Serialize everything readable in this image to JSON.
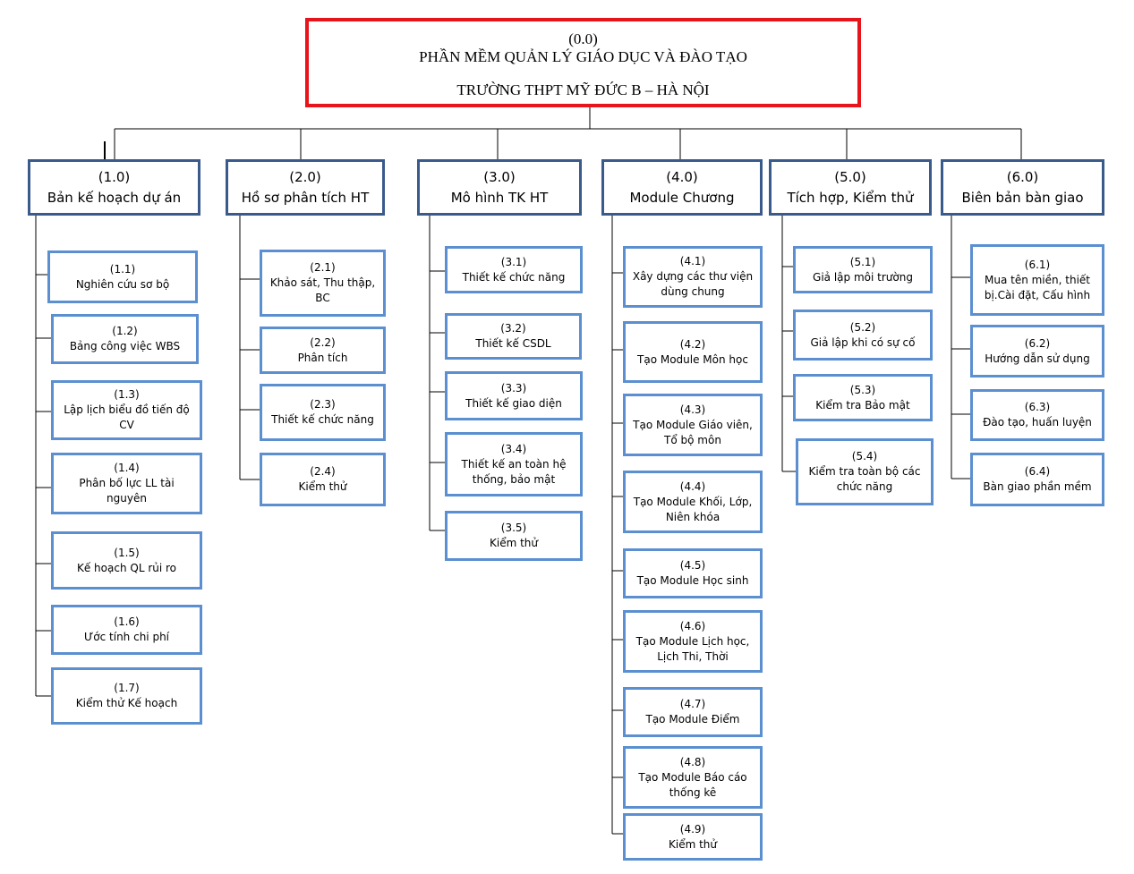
{
  "colors": {
    "root_border": "#e8141b",
    "level1_border": "#3a5a8c",
    "level2_border": "#5b8fd0",
    "connector": "#000000"
  },
  "root": {
    "code": "(0.0)",
    "title": "PHẦN MỀM QUẢN LÝ GIÁO DỤC VÀ ĐÀO TẠO",
    "subtitle": "TRƯỜNG THPT MỸ ĐỨC B – HÀ NỘI"
  },
  "branches": [
    {
      "code": "(1.0)",
      "label": "Bản kế hoạch dự án",
      "children": [
        {
          "code": "(1.1)",
          "label": "Nghiên cứu sơ bộ"
        },
        {
          "code": "(1.2)",
          "label": "Bảng công việc  WBS"
        },
        {
          "code": "(1.3)",
          "label": "Lập lịch biểu đồ tiến độ CV"
        },
        {
          "code": "(1.4)",
          "label": "Phân bố lực LL tài nguyên"
        },
        {
          "code": "(1.5)",
          "label": "Kế hoạch QL rủi ro"
        },
        {
          "code": "(1.6)",
          "label": "Ước tính chi phí"
        },
        {
          "code": "(1.7)",
          "label": "Kiểm thử Kế hoạch"
        }
      ]
    },
    {
      "code": "(2.0)",
      "label": "Hồ sơ phân tích HT",
      "children": [
        {
          "code": "(2.1)",
          "label": "Khảo sát, Thu thập, BC"
        },
        {
          "code": "(2.2)",
          "label": "Phân tích"
        },
        {
          "code": "(2.3)",
          "label": "Thiết kế chức năng"
        },
        {
          "code": "(2.4)",
          "label": "Kiểm thử"
        }
      ]
    },
    {
      "code": "(3.0)",
      "label": "Mô hình TK HT",
      "children": [
        {
          "code": "(3.1)",
          "label": "Thiết kế chức năng"
        },
        {
          "code": "(3.2)",
          "label": "Thiết kế CSDL"
        },
        {
          "code": "(3.3)",
          "label": "Thiết kế giao diện"
        },
        {
          "code": "(3.4)",
          "label": "Thiết kế an toàn hệ thống, bảo mật"
        },
        {
          "code": "(3.5)",
          "label": "Kiểm thử"
        }
      ]
    },
    {
      "code": "(4.0)",
      "label": "Module  Chương",
      "children": [
        {
          "code": "(4.1)",
          "label": "Xây dựng các thư viện dùng chung"
        },
        {
          "code": "(4.2)",
          "label": "Tạo Module Môn học"
        },
        {
          "code": "(4.3)",
          "label": "Tạo Module Giáo viên, Tổ bộ môn"
        },
        {
          "code": "(4.4)",
          "label": "Tạo Module Khối, Lớp, Niên khóa"
        },
        {
          "code": "(4.5)",
          "label": "Tạo Module Học sinh"
        },
        {
          "code": "(4.6)",
          "label": "Tạo Module Lịch học, Lịch Thi, Thời"
        },
        {
          "code": "(4.7)",
          "label": "Tạo Module Điểm"
        },
        {
          "code": "(4.8)",
          "label": "Tạo Module Báo cáo thống kê"
        },
        {
          "code": "(4.9)",
          "label": "Kiểm thử"
        }
      ]
    },
    {
      "code": "(5.0)",
      "label": "Tích hợp, Kiểm thử",
      "children": [
        {
          "code": "(5.1)",
          "label": "Giả lập môi trường"
        },
        {
          "code": "(5.2)",
          "label": "Giả lập khi có sự cố"
        },
        {
          "code": "(5.3)",
          "label": "Kiểm tra Bảo mật"
        },
        {
          "code": "(5.4)",
          "label": "Kiểm tra toàn bộ các chức năng"
        }
      ]
    },
    {
      "code": "(6.0)",
      "label": "Biên bản bàn giao",
      "children": [
        {
          "code": "(6.1)",
          "label": "Mua tên miền, thiết bị.Cài đặt, Cấu hình"
        },
        {
          "code": "(6.2)",
          "label": "Hướng dẫn sử dụng"
        },
        {
          "code": "(6.3)",
          "label": "Đào tạo, huấn luyện"
        },
        {
          "code": "(6.4)",
          "label": "Bàn giao phần mềm"
        }
      ]
    }
  ]
}
